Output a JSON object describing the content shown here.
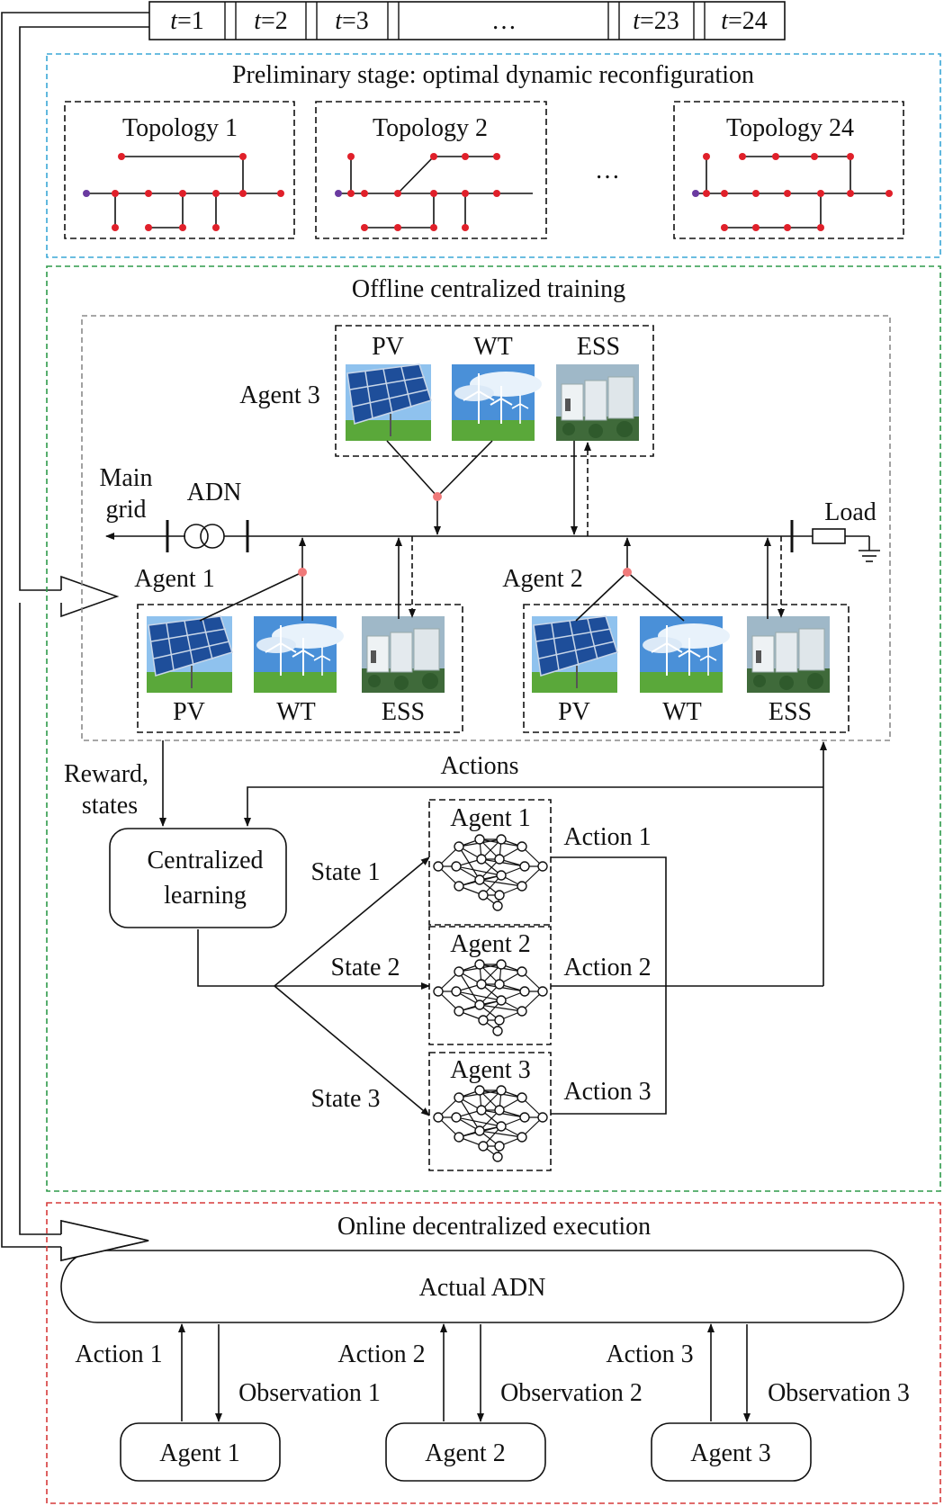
{
  "timeline": {
    "slots": [
      {
        "var": "t",
        "eq": "=",
        "num": "1"
      },
      {
        "var": "t",
        "eq": "=",
        "num": "2"
      },
      {
        "var": "t",
        "eq": "=",
        "num": "3"
      },
      {
        "var": "",
        "eq": "",
        "num": "…"
      },
      {
        "var": "t",
        "eq": "=",
        "num": "23"
      },
      {
        "var": "t",
        "eq": "=",
        "num": "24"
      }
    ]
  },
  "preliminary": {
    "title": "Preliminary stage: optimal dynamic reconfiguration",
    "topologies": [
      "Topology 1",
      "Topology 2",
      "Topology 24"
    ],
    "ellipsis": "…"
  },
  "offline": {
    "title": "Offline centralized training",
    "grid": {
      "main_grid_line1": "Main",
      "main_grid_line2": "grid",
      "adn": "ADN",
      "load": "Load"
    },
    "agent3": {
      "label": "Agent 3",
      "pv": "PV",
      "wt": "WT",
      "ess": "ESS"
    },
    "agent1": {
      "label": "Agent 1",
      "pv": "PV",
      "wt": "WT",
      "ess": "ESS"
    },
    "agent2": {
      "label": "Agent 2",
      "pv": "PV",
      "wt": "WT",
      "ess": "ESS"
    },
    "reward_line1": "Reward,",
    "reward_line2": "states",
    "actions": "Actions",
    "centralized_line1": "Centralized",
    "centralized_line2": "learning",
    "nets": [
      {
        "agent": "Agent 1",
        "state": "State 1",
        "action": "Action 1"
      },
      {
        "agent": "Agent 2",
        "state": "State 2",
        "action": "Action 2"
      },
      {
        "agent": "Agent 3",
        "state": "State 3",
        "action": "Action 3"
      }
    ]
  },
  "online": {
    "title": "Online decentralized execution",
    "adn": "Actual ADN",
    "agents": [
      {
        "label": "Agent 1",
        "action": "Action 1",
        "observation": "Observation 1"
      },
      {
        "label": "Agent 2",
        "action": "Action 2",
        "observation": "Observation 2"
      },
      {
        "label": "Agent 3",
        "action": "Action 3",
        "observation": "Observation 3"
      }
    ]
  },
  "colors": {
    "preliminary_border": "#3aa7d6",
    "offline_border": "#2e9a4a",
    "online_border": "#d63a3a",
    "training_border": "#8a8a8a",
    "node_red": "#e0202a",
    "node_purple": "#6a3aa0",
    "junction": "#f07a7a",
    "pv_panel": "#1e4e9a",
    "sky": "#4a90d8",
    "grass": "#5aa83a",
    "ess_body": "#dfe6ea"
  }
}
